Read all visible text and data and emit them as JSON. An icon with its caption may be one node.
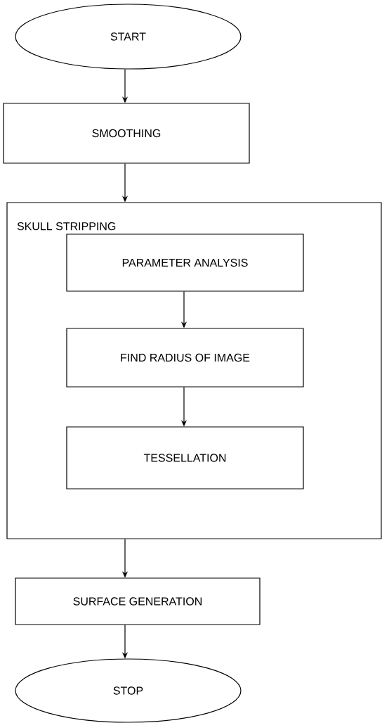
{
  "diagram": {
    "nodes": [
      {
        "text": [
          "START"
        ]
      },
      {
        "text": [
          "SMOOTHING"
        ]
      },
      {
        "text": [
          "SKULL STRIPPING"
        ]
      },
      {
        "text": [
          "PARAMETER ANALYSIS"
        ],
        "in": 2
      },
      {
        "text": [
          "FIND RADIUS OF IMAGE"
        ],
        "in": 2
      },
      {
        "text": [
          "TESSELLATION"
        ],
        "in": 2
      },
      {
        "text": [
          "SURFACE GENERATION"
        ]
      },
      {
        "text": [
          "STOP"
        ]
      }
    ],
    "edges": [
      {
        "from": 0,
        "to": 1,
        "arrow": "to"
      },
      {
        "from": 1,
        "to": 2,
        "arrow": "to"
      },
      {
        "from": 3,
        "to": 4,
        "arrow": "to"
      },
      {
        "from": 4,
        "to": 5,
        "arrow": "to"
      },
      {
        "from": 2,
        "to": 6,
        "arrow": "to"
      },
      {
        "from": 6,
        "to": 7,
        "arrow": "to"
      }
    ]
  }
}
